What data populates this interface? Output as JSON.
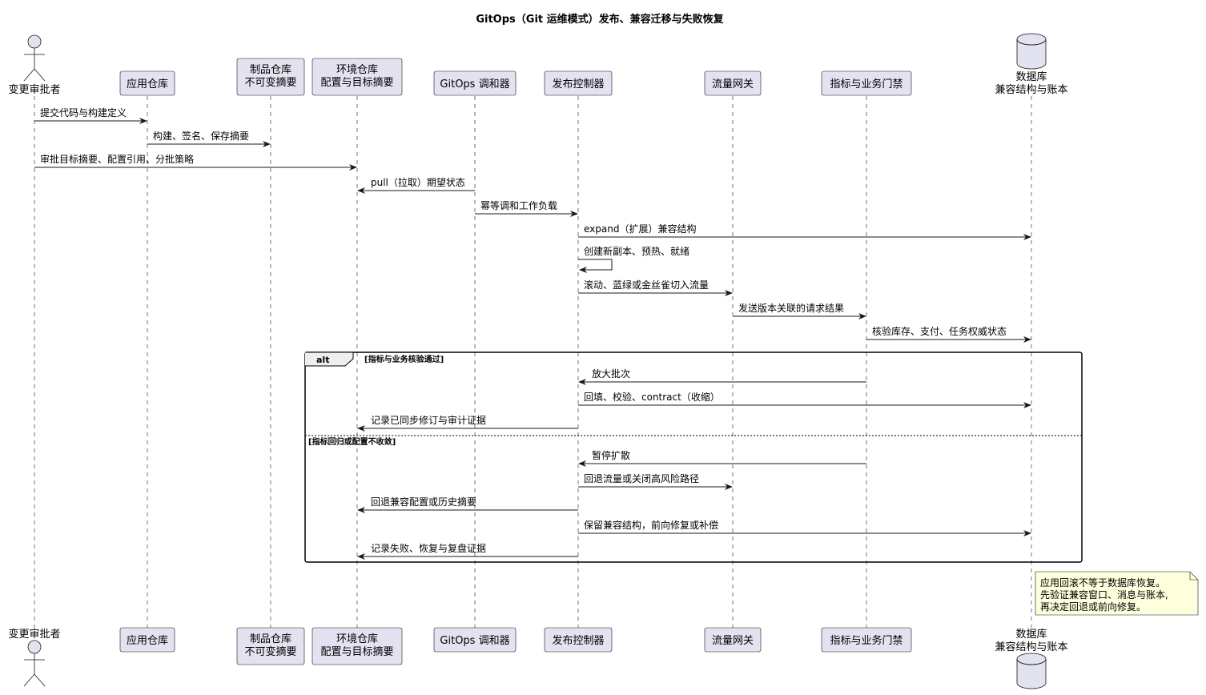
{
  "title": "GitOps（Git 运维模式）发布、兼容迁移与失败恢复",
  "participants": [
    {
      "id": "approver",
      "kind": "actor",
      "lines": [
        "变更审批者"
      ]
    },
    {
      "id": "app-repo",
      "kind": "box",
      "lines": [
        "应用仓库"
      ]
    },
    {
      "id": "artifact-repo",
      "kind": "box",
      "lines": [
        "制品仓库",
        "不可变摘要"
      ]
    },
    {
      "id": "env-repo",
      "kind": "box",
      "lines": [
        "环境仓库",
        "配置与目标摘要"
      ]
    },
    {
      "id": "gitops-reconciler",
      "kind": "box",
      "lines": [
        "GitOps 调和器"
      ]
    },
    {
      "id": "release-controller",
      "kind": "box",
      "lines": [
        "发布控制器"
      ]
    },
    {
      "id": "traffic-gateway",
      "kind": "box",
      "lines": [
        "流量网关"
      ]
    },
    {
      "id": "metrics-gate",
      "kind": "box",
      "lines": [
        "指标与业务门禁"
      ]
    },
    {
      "id": "database",
      "kind": "database",
      "lines": [
        "数据库",
        "兼容结构与账本"
      ]
    }
  ],
  "messages": [
    {
      "from": "approver",
      "to": "app-repo",
      "text": "提交代码与构建定义"
    },
    {
      "from": "app-repo",
      "to": "artifact-repo",
      "text": "构建、签名、保存摘要"
    },
    {
      "from": "approver",
      "to": "env-repo",
      "text": "审批目标摘要、配置引用、分批策略"
    },
    {
      "from": "gitops-reconciler",
      "to": "env-repo",
      "text": "pull（拉取）期望状态"
    },
    {
      "from": "gitops-reconciler",
      "to": "release-controller",
      "text": "幂等调和工作负载"
    },
    {
      "from": "release-controller",
      "to": "database",
      "text": "expand（扩展）兼容结构"
    },
    {
      "from": "release-controller",
      "to": "release-controller",
      "text": "创建新副本、预热、就绪"
    },
    {
      "from": "release-controller",
      "to": "traffic-gateway",
      "text": "滚动、蓝绿或金丝雀切入流量"
    },
    {
      "from": "traffic-gateway",
      "to": "metrics-gate",
      "text": "发送版本关联的请求结果"
    },
    {
      "from": "metrics-gate",
      "to": "database",
      "text": "核验库存、支付、任务权威状态"
    }
  ],
  "alt": {
    "keyword": "alt",
    "branches": [
      {
        "guard": "[指标与业务核验通过]",
        "messages": [
          {
            "from": "metrics-gate",
            "to": "release-controller",
            "text": "放大批次"
          },
          {
            "from": "release-controller",
            "to": "database",
            "text": "回填、校验、contract（收缩）"
          },
          {
            "from": "release-controller",
            "to": "env-repo",
            "text": "记录已同步修订与审计证据"
          }
        ]
      },
      {
        "guard": "[指标回归或配置不收敛]",
        "messages": [
          {
            "from": "metrics-gate",
            "to": "release-controller",
            "text": "暂停扩散"
          },
          {
            "from": "release-controller",
            "to": "traffic-gateway",
            "text": "回退流量或关闭高风险路径"
          },
          {
            "from": "release-controller",
            "to": "env-repo",
            "text": "回退兼容配置或历史摘要"
          },
          {
            "from": "release-controller",
            "to": "database",
            "text": "保留兼容结构，前向修复或补偿"
          },
          {
            "from": "release-controller",
            "to": "env-repo",
            "text": "记录失败、恢复与复盘证据"
          }
        ]
      }
    ]
  },
  "note": {
    "lines": [
      "应用回滚不等于数据库恢复。",
      "先验证兼容窗口、消息与账本,",
      "再决定回退或前向修复。"
    ]
  }
}
